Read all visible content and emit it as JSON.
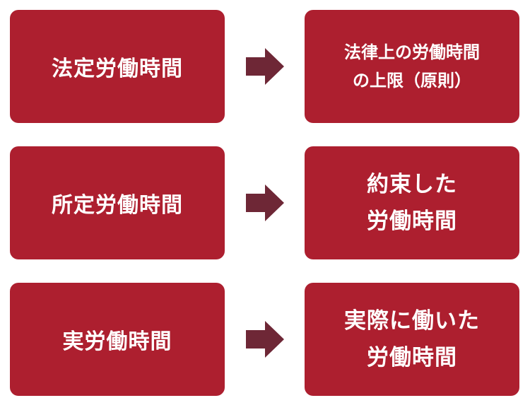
{
  "colors": {
    "box": "#ad1f2f",
    "arrow": "#6e2736",
    "text": "#ffffff"
  },
  "rows": [
    {
      "term": "法定労働時間",
      "meaning_lines": [
        "法律上の労働時間",
        "の上限（原則）"
      ]
    },
    {
      "term": "所定労働時間",
      "meaning_lines": [
        "約束した",
        "労働時間"
      ]
    },
    {
      "term": "実労働時間",
      "meaning_lines": [
        "実際に働いた",
        "労働時間"
      ]
    }
  ]
}
